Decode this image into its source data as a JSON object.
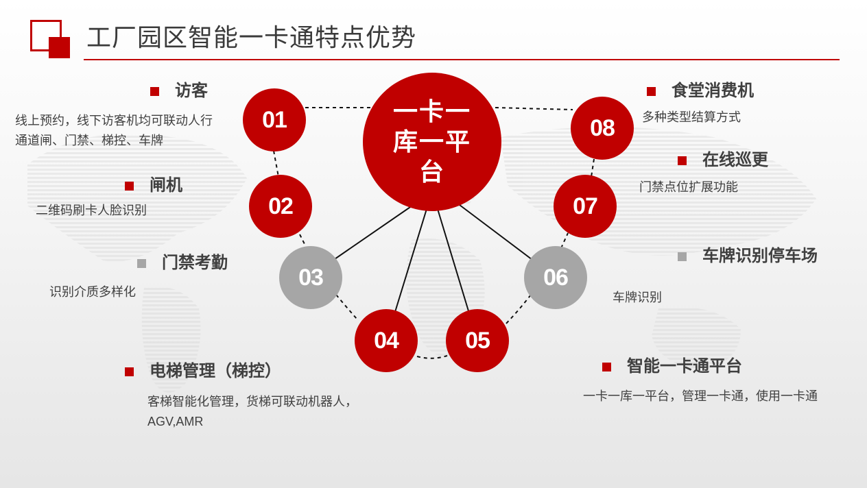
{
  "header": {
    "title": "工厂园区智能一卡通特点优势"
  },
  "colors": {
    "accent": "#c00000",
    "neutral": "#a6a6a6"
  },
  "center": {
    "label": "一卡一\n库一平\n台"
  },
  "nodes": [
    {
      "number": "01",
      "color": "red"
    },
    {
      "number": "02",
      "color": "red"
    },
    {
      "number": "03",
      "color": "gray"
    },
    {
      "number": "04",
      "color": "red"
    },
    {
      "number": "05",
      "color": "red"
    },
    {
      "number": "06",
      "color": "gray"
    },
    {
      "number": "07",
      "color": "red"
    },
    {
      "number": "08",
      "color": "red"
    }
  ],
  "features": [
    {
      "label": "访客",
      "desc": "线上预约，线下访客机均可联动人行\n通道闸、门禁、梯控、车牌",
      "bullet": "red"
    },
    {
      "label": "闸机",
      "desc": "二维码刷卡人脸识别",
      "bullet": "red"
    },
    {
      "label": "门禁考勤",
      "desc": "识别介质多样化",
      "bullet": "gray"
    },
    {
      "label": "电梯管理（梯控）",
      "desc": "客梯智能化管理，货梯可联动机器人，\nAGV,AMR",
      "bullet": "red"
    },
    {
      "label": "智能一卡通平台",
      "desc": "一卡一库一平台，管理一卡通，使用一卡通",
      "bullet": "red"
    },
    {
      "label": "车牌识别停车场",
      "desc": "车牌识别",
      "bullet": "gray"
    },
    {
      "label": "在线巡更",
      "desc": "门禁点位扩展功能",
      "bullet": "red"
    },
    {
      "label": "食堂消费机",
      "desc": "多种类型结算方式",
      "bullet": "red"
    }
  ]
}
